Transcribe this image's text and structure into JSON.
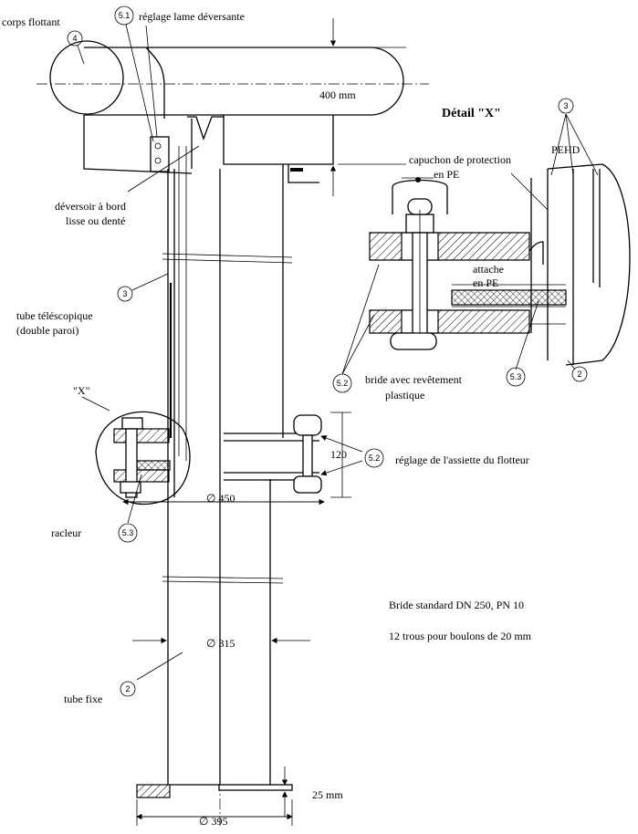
{
  "labels": {
    "corps_flottant": "corps flottant",
    "reglage_lame": "réglage lame déversante",
    "dim_400": "400 mm",
    "deversoir_1": "déversoir à bord",
    "deversoir_2": "lisse ou denté",
    "tube_telescopique_1": "tube téléscopique",
    "tube_telescopique_2": "(double paroi)",
    "x_marker": "\"X\"",
    "dim_120": "120",
    "reglage_assiette": "réglage de l'assiette du flotteur",
    "dim_450": "∅ 450",
    "racleur": "racleur",
    "dim_315": "∅ 315",
    "tube_fixe": "tube fixe",
    "dim_25": "25 mm",
    "dim_395": "∅ 395",
    "bride_standard": "Bride standard DN 250, PN 10",
    "trous": "12 trous pour boulons de 20 mm",
    "detail_title": "Détail \"X\"",
    "pehd": "PEHD",
    "capuchon_1": "capuchon de protection",
    "capuchon_2": "en PE",
    "attache_1": "attache",
    "attache_2": "en PE",
    "bride_rev_1": "bride avec revêtement",
    "bride_rev_2": "plastique"
  },
  "callouts": {
    "c4": "4",
    "c51": "5.1",
    "c3": "3",
    "c52": "5.2",
    "c53": "5.3",
    "c2": "2"
  }
}
